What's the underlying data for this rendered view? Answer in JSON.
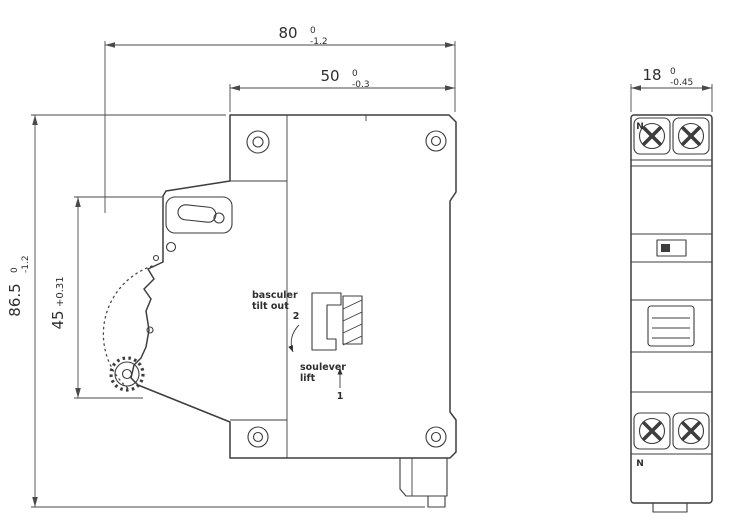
{
  "dimensions": {
    "width_total": {
      "value": "80",
      "tol_top": "0",
      "tol_bottom": "-1.2"
    },
    "width_body": {
      "value": "50",
      "tol_top": "0",
      "tol_bottom": "-0.3"
    },
    "height_total": {
      "value": "86.5",
      "tol_top": "0",
      "tol_bottom": "-1.2"
    },
    "height_handle": {
      "value": "45",
      "tolerance": "+0.31"
    },
    "width_front": {
      "value": "18",
      "tol_top": "0",
      "tol_bottom": "-0.45"
    }
  },
  "annotations": {
    "tilt": {
      "line1": "basculer",
      "line2": "tilt out",
      "step": "2"
    },
    "lift": {
      "line1": "soulever",
      "line2": "lift",
      "step": "1"
    }
  },
  "front_view": {
    "terminal_top_label": "N",
    "terminal_bottom_label": "N"
  },
  "colors": {
    "line": "#3d3d3d",
    "dimension": "#4a4a4a",
    "text": "#2e2e2e",
    "background": "#ffffff"
  }
}
